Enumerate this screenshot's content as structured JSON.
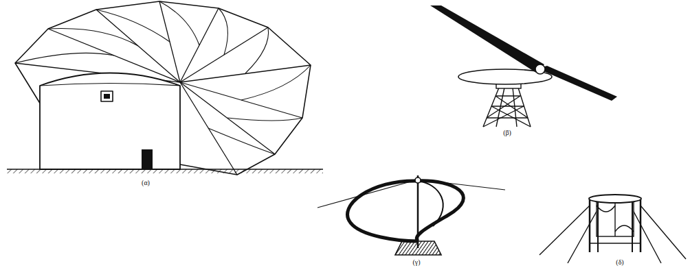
{
  "diagram": {
    "labels": [
      "(α)",
      "(β)",
      "(γ)",
      "(δ)"
    ]
  }
}
